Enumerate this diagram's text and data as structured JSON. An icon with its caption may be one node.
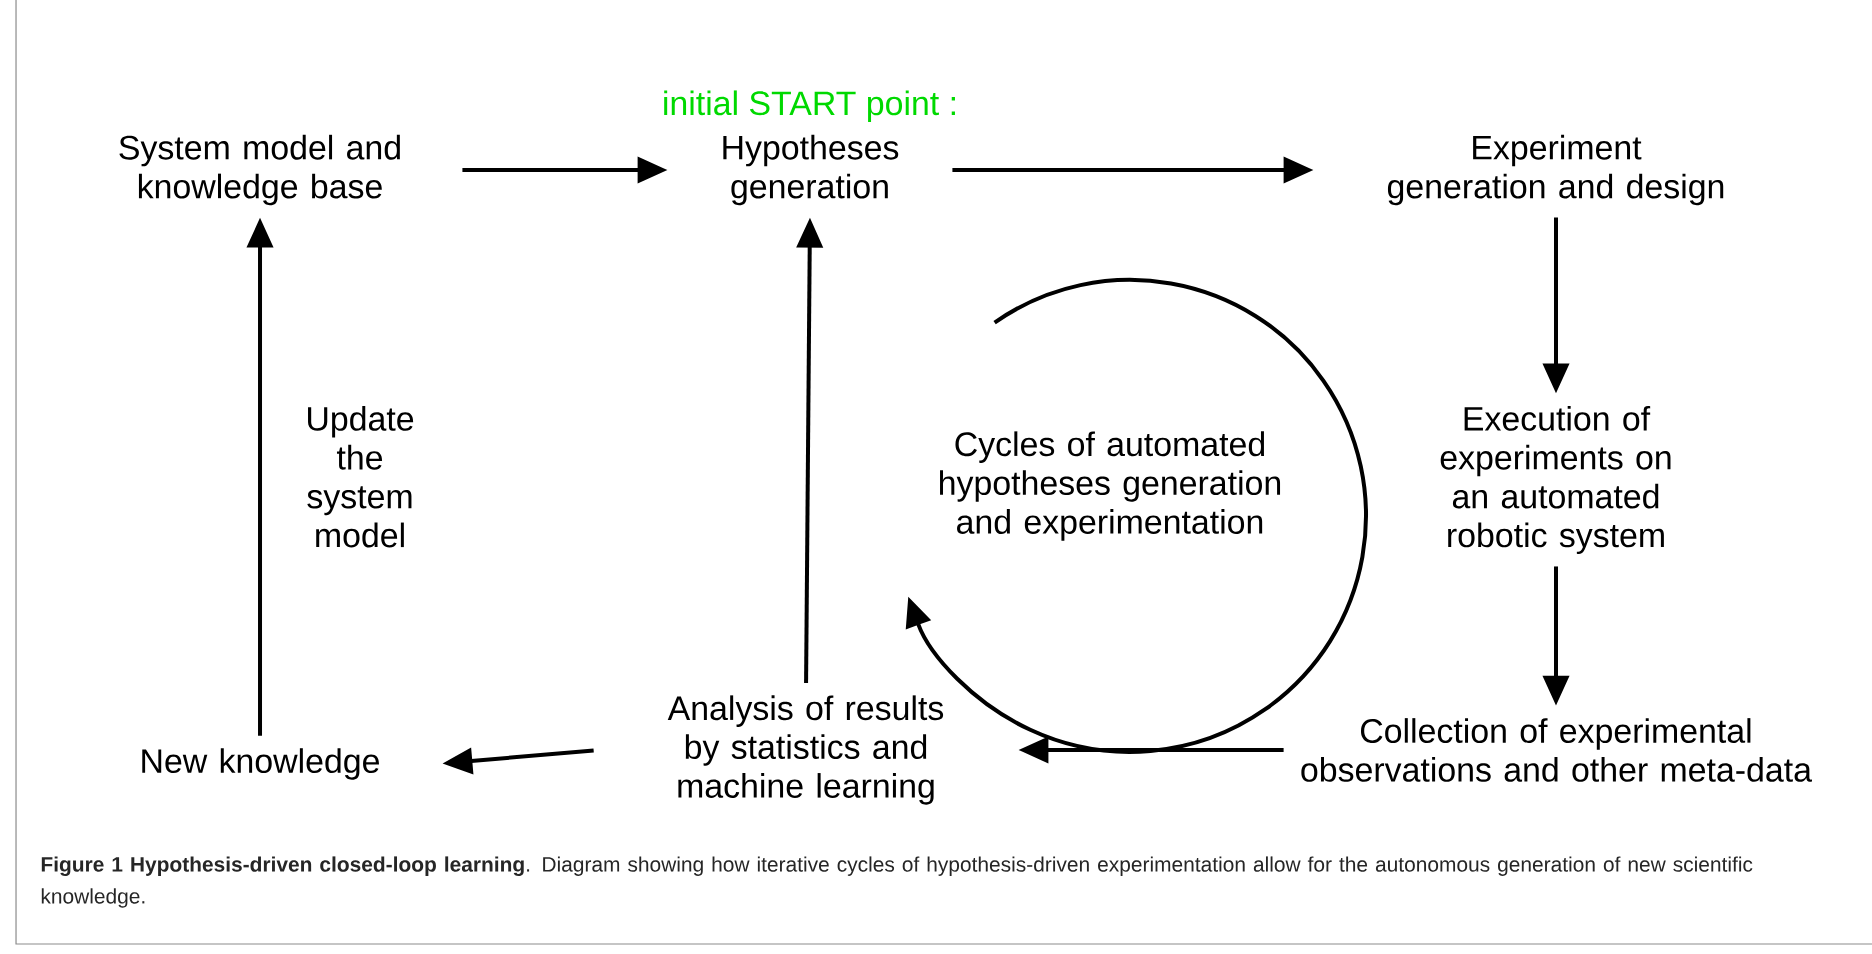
{
  "diagram": {
    "caption": "**Figure 1 Hypothesis-driven closed-loop learning**. Diagram showing how iterative cycles of hypothesis-driven experimentation allow for the autonomous generation of new scientific knowledge.",
    "nodes": [
      {
        "text": [
          "System model and knowledge base"
        ]
      },
      {
        "text": [
          "Hypotheses generation"
        ],
        "beside": [
          "initial START point :"
        ]
      },
      {
        "text": [
          "Experiment generation and design"
        ]
      },
      {
        "text": [
          "Execution of experiments on an automated robotic system"
        ]
      },
      {
        "text": [
          "Collection of experimental observations and other meta-data"
        ]
      },
      {
        "text": [
          "Analysis of results by statistics and machine learning"
        ]
      },
      {
        "text": [
          "New knowledge"
        ]
      }
    ],
    "edges": [
      {
        "from": 0,
        "to": 1,
        "arrow": "to"
      },
      {
        "from": 1,
        "to": 2,
        "arrow": "to"
      },
      {
        "from": 2,
        "to": 3,
        "arrow": "to"
      },
      {
        "from": 3,
        "to": 4,
        "arrow": "to"
      },
      {
        "from": 4,
        "to": 5,
        "arrow": "to"
      },
      {
        "from": 5,
        "to": 6,
        "arrow": "to"
      },
      {
        "from": 5,
        "to": 1,
        "arrow": "to"
      },
      {
        "from": 6,
        "to": 0,
        "arrow": "to",
        "label": "Update the system model"
      }
    ],
    "labels": [
      "Cycles of automated hypotheses generation and experimentation"
    ]
  }
}
